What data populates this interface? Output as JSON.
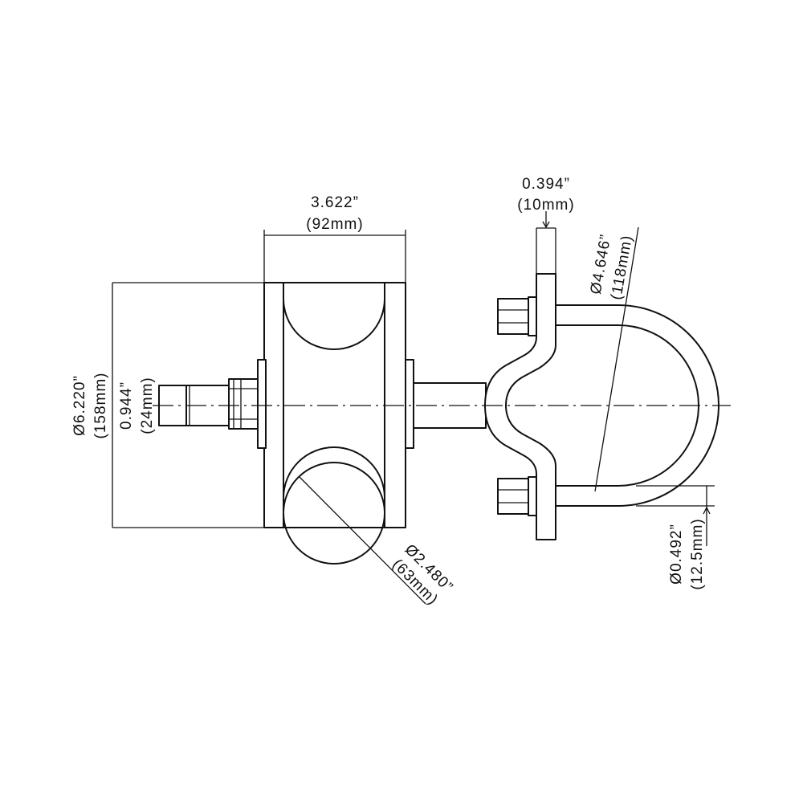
{
  "dimensions": {
    "overall_diameter": {
      "primary": "Ø6.220”",
      "secondary": "(158mm)"
    },
    "shaft_diameter": {
      "primary": "0.944”",
      "secondary": "(24mm)"
    },
    "wheel_width": {
      "primary": "3.622”",
      "secondary": "(92mm)"
    },
    "groove_diameter": {
      "primary": "Ø2.480”",
      "secondary": "(63mm)"
    },
    "plate_thickness": {
      "primary": "0.394”",
      "secondary": "(10mm)"
    },
    "ubolt_diameter": {
      "primary": "Ø4.646”",
      "secondary": "(118mm)"
    },
    "rod_diameter": {
      "primary": "Ø0.492”",
      "secondary": "(12.5mm)"
    }
  },
  "colors": {
    "line": "#111111",
    "background": "#ffffff"
  }
}
